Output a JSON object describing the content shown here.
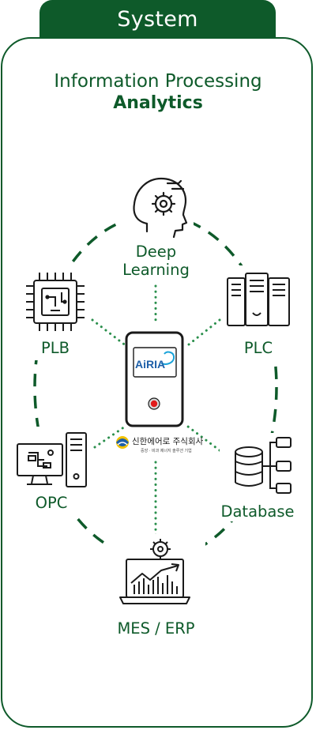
{
  "header": {
    "tab_label": "System"
  },
  "title": {
    "line1": "Information Processing",
    "line2": "Analytics"
  },
  "nodes": {
    "deep_learning": {
      "line1": "Deep",
      "line2": "Learning",
      "icon": "brain-gear-icon"
    },
    "plb": {
      "label": "PLB",
      "icon": "cpu-chip-icon"
    },
    "plc": {
      "label": "PLC",
      "icon": "server-rack-icon"
    },
    "opc": {
      "label": "OPC",
      "icon": "desktop-computer-icon"
    },
    "database": {
      "label": "Database",
      "icon": "database-network-icon"
    },
    "mes_erp": {
      "label": "MES / ERP",
      "icon": "laptop-chart-icon"
    }
  },
  "device": {
    "brand": "AiRIA",
    "icon": "airia-device-icon"
  },
  "company": {
    "name": "신한에어로 주식회사",
    "tagline": "중앙 · 비과 제너지 솔루션 기업"
  },
  "colors": {
    "accent": "#0e5a2a",
    "dot_line": "#2a8f4c"
  }
}
